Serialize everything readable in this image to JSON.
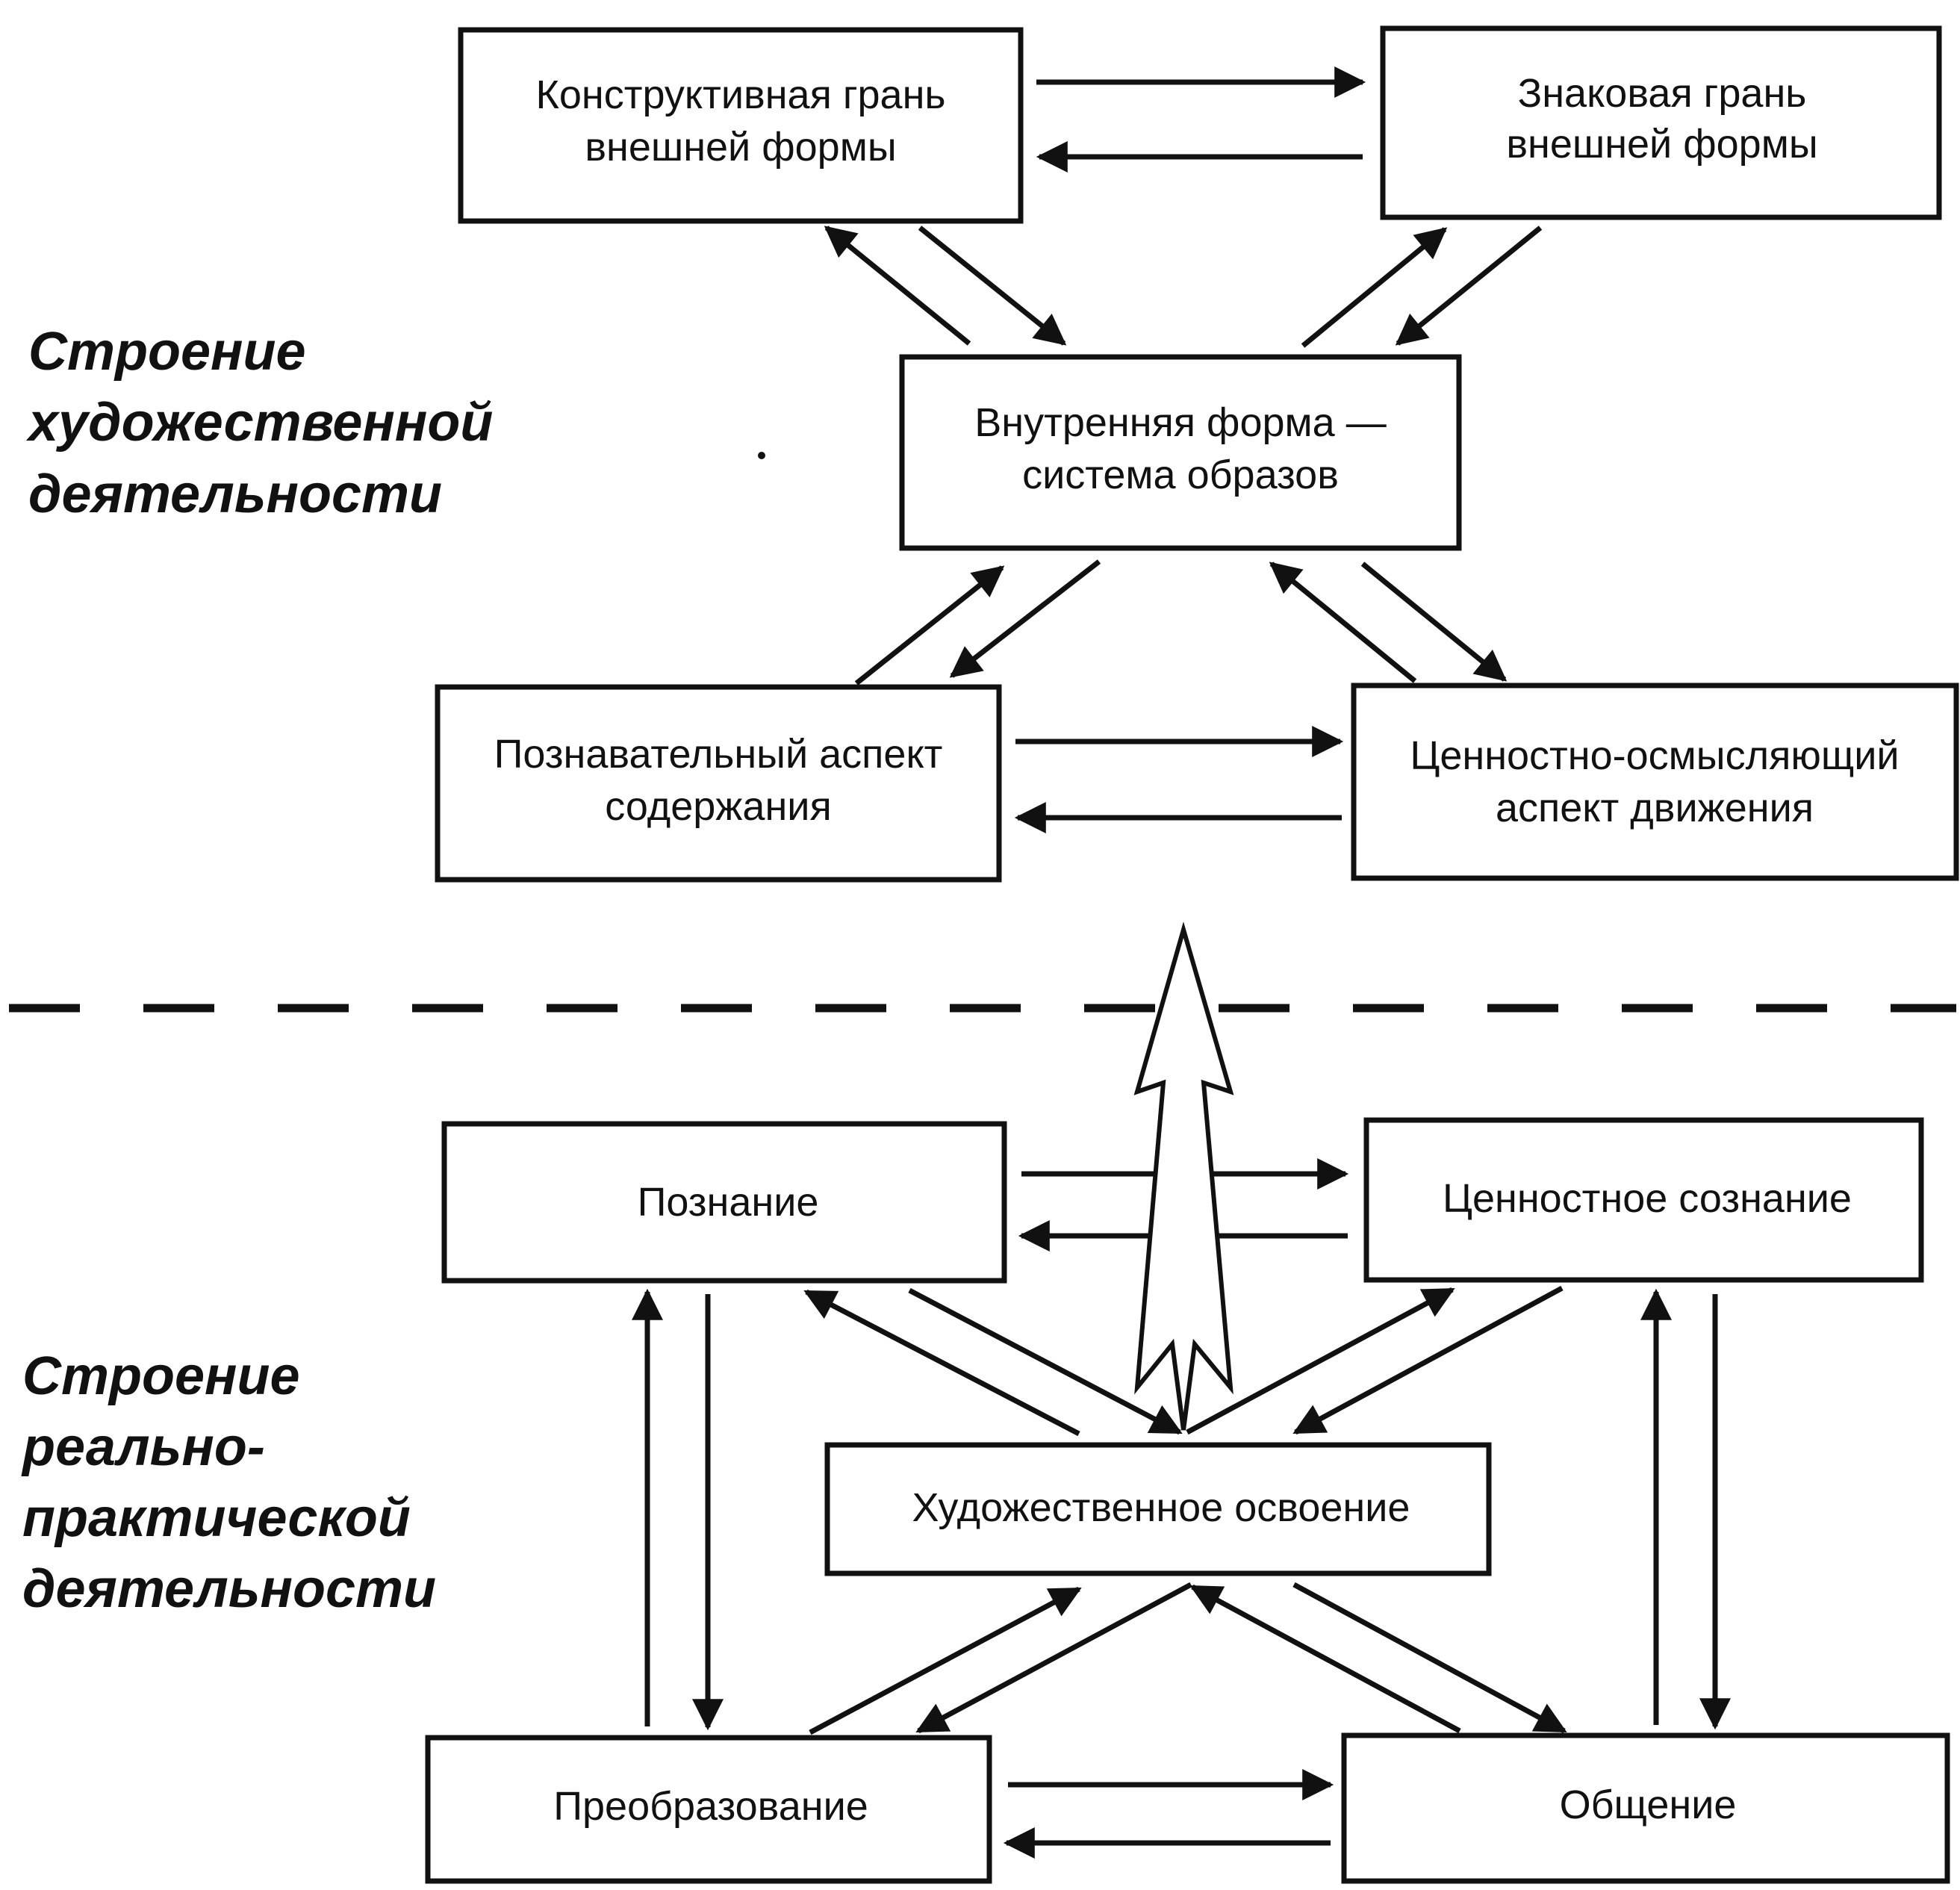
{
  "upper_section": {
    "label": [
      "Строение",
      "художественной",
      "деятельности"
    ],
    "boxes": {
      "constructive": [
        "Конструктивная грань",
        "внешней формы"
      ],
      "sign": [
        "Знаковая грань",
        "внешней формы"
      ],
      "inner_form": [
        "Внутренняя форма —",
        "система образов"
      ],
      "cognitive": [
        "Познавательный аспект",
        "содержания"
      ],
      "value": [
        "Ценностно-осмысляющий",
        "аспект движения"
      ]
    }
  },
  "lower_section": {
    "label": [
      "Строение",
      "реально-",
      "практической",
      "деятельности"
    ],
    "boxes": {
      "cognition": [
        "Познание"
      ],
      "value_consciousness": [
        "Ценностное сознание"
      ],
      "artistic": [
        "Художественное освоение"
      ],
      "transformation": [
        "Преобразование"
      ],
      "communication": [
        "Общение"
      ]
    }
  }
}
